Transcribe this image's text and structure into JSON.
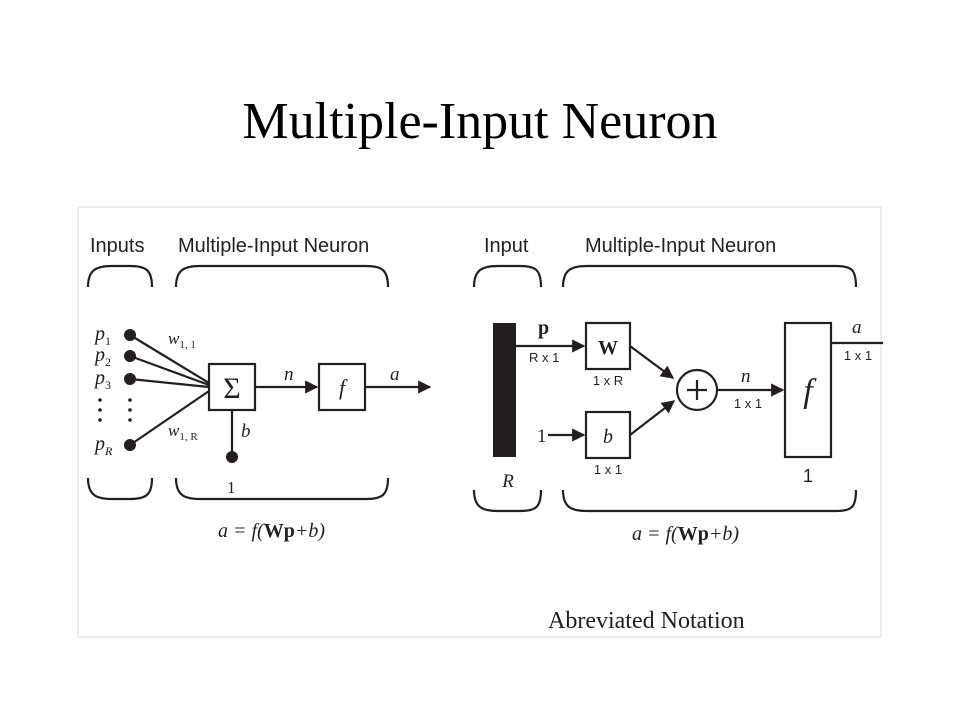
{
  "slide": {
    "title": "Multiple-Input Neuron"
  },
  "left_panel": {
    "label_inputs": "Inputs",
    "label_neuron": "Multiple-Input Neuron",
    "input_labels": [
      {
        "base": "p",
        "sub": "1"
      },
      {
        "base": "p",
        "sub": "2"
      },
      {
        "base": "p",
        "sub": "3"
      },
      {
        "base": "p",
        "sub": "R"
      }
    ],
    "weight_first": {
      "base": "w",
      "sub": "1, 1"
    },
    "weight_last": {
      "base": "w",
      "sub": "1, R"
    },
    "sum_symbol": "Σ",
    "net_label": "n",
    "transfer_label": "f",
    "output_label": "a",
    "bias_label": "b",
    "bias_input": "1",
    "equation": {
      "pre": "a = f(",
      "bold": "Wp",
      "post": "+b)"
    }
  },
  "right_panel": {
    "label_input": "Input",
    "label_neuron": "Multiple-Input Neuron",
    "input_vector": "p",
    "input_dim": "R x 1",
    "input_size": "R",
    "weight_label": "W",
    "weight_dim": "1 x R",
    "bias_input": "1",
    "bias_label": "b",
    "bias_dim": "1 x 1",
    "sum_symbol": "+",
    "net_label": "n",
    "net_dim": "1 x 1",
    "transfer_label": "f",
    "transfer_size": "1",
    "output_label": "a",
    "output_dim": "1 x 1",
    "equation": {
      "pre": "a = f(",
      "bold": "Wp",
      "post": "+b)"
    },
    "caption": "Abreviated Notation"
  },
  "colors": {
    "ink": "#231f20",
    "frame": "#dddddd",
    "background": "#ffffff"
  }
}
